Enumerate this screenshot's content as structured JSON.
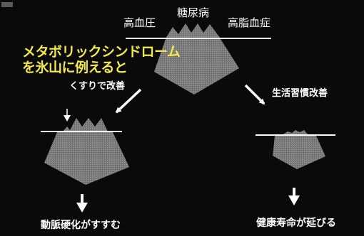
{
  "labels": {
    "hypertension": "高血圧",
    "diabetes": "糖尿病",
    "hyperlipidemia": "高脂血症",
    "title_line1": "メタボリックシンドローム",
    "title_line2": "を氷山に例えると",
    "medicine": "くすりで改善",
    "lifestyle": "生活習慣改善",
    "outcome_medicine": "動脈硬化がすすむ",
    "outcome_lifestyle": "健康寿命が延びる"
  },
  "colors": {
    "background": "#0a0a0a",
    "iceberg": "#777777",
    "line": "#ffffff",
    "text": "#ffffff",
    "title": "#f4e94a"
  }
}
